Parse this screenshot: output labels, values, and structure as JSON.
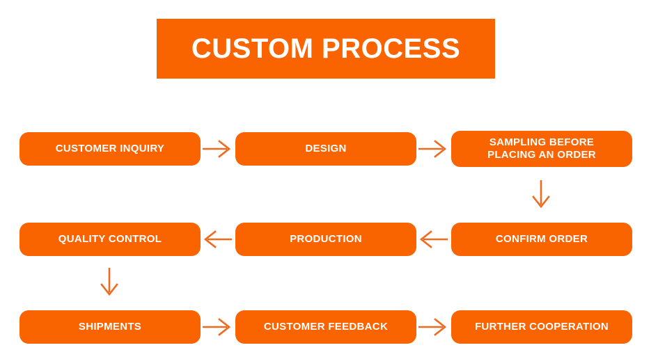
{
  "title": {
    "text": "CUSTOM PROCESS",
    "banner_color": "#fa6400",
    "text_color": "#ffffff"
  },
  "colors": {
    "accent": "#fa6400",
    "arrow": "#ef6a1e",
    "background": "#ffffff",
    "node_text": "#ffffff"
  },
  "flow": {
    "rows": [
      {
        "direction": "left-to-right",
        "nodes": [
          {
            "label": "CUSTOMER INQUIRY",
            "lines": [
              "CUSTOMER INQUIRY"
            ]
          },
          {
            "label": "DESIGN",
            "lines": [
              "DESIGN"
            ]
          },
          {
            "label": "SAMPLING BEFORE PLACING AN ORDER",
            "lines": [
              "SAMPLING BEFORE",
              "PLACING AN ORDER"
            ]
          }
        ],
        "connectors": [
          "arrow-right",
          "arrow-right"
        ]
      },
      {
        "direction": "right-to-left",
        "nodes": [
          {
            "label": "QUALITY CONTROL",
            "lines": [
              "QUALITY CONTROL"
            ]
          },
          {
            "label": "PRODUCTION",
            "lines": [
              "PRODUCTION"
            ]
          },
          {
            "label": "CONFIRM ORDER",
            "lines": [
              "CONFIRM ORDER"
            ]
          }
        ],
        "connectors": [
          "arrow-left",
          "arrow-left"
        ]
      },
      {
        "direction": "left-to-right",
        "nodes": [
          {
            "label": "SHIPMENTS",
            "lines": [
              "SHIPMENTS"
            ]
          },
          {
            "label": "CUSTOMER FEEDBACK",
            "lines": [
              "CUSTOMER FEEDBACK"
            ]
          },
          {
            "label": "FURTHER COOPERATION",
            "lines": [
              "FURTHER COOPERATION"
            ]
          }
        ],
        "connectors": [
          "arrow-right",
          "arrow-right"
        ]
      }
    ],
    "vertical_connectors": [
      {
        "name": "arrow-down-right",
        "from": "SAMPLING BEFORE PLACING AN ORDER",
        "to": "CONFIRM ORDER"
      },
      {
        "name": "arrow-down-left",
        "from": "QUALITY CONTROL",
        "to": "SHIPMENTS"
      }
    ]
  },
  "chart_data": {
    "type": "diagram",
    "title": "CUSTOM PROCESS",
    "steps": [
      "CUSTOMER INQUIRY",
      "DESIGN",
      "SAMPLING BEFORE PLACING AN ORDER",
      "CONFIRM ORDER",
      "PRODUCTION",
      "QUALITY CONTROL",
      "SHIPMENTS",
      "CUSTOMER FEEDBACK",
      "FURTHER COOPERATION"
    ]
  }
}
